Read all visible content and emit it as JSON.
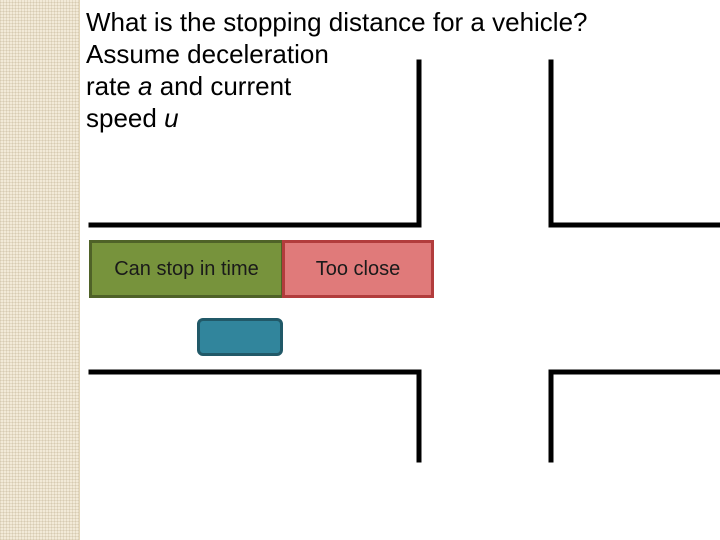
{
  "question": {
    "line1": "What is the stopping distance for a vehicle?",
    "line2": "Assume deceleration",
    "line3_pre": "rate ",
    "line3_var": "a",
    "line3_post": " and current",
    "line4_pre": "speed ",
    "line4_var": "u"
  },
  "zones": {
    "stop_label": "Can stop in time",
    "close_label": "Too close"
  },
  "colors": {
    "stop_zone": "#77933c",
    "close_zone": "#e07a7a",
    "vehicle": "#31859c",
    "road_lines": "#000000"
  }
}
